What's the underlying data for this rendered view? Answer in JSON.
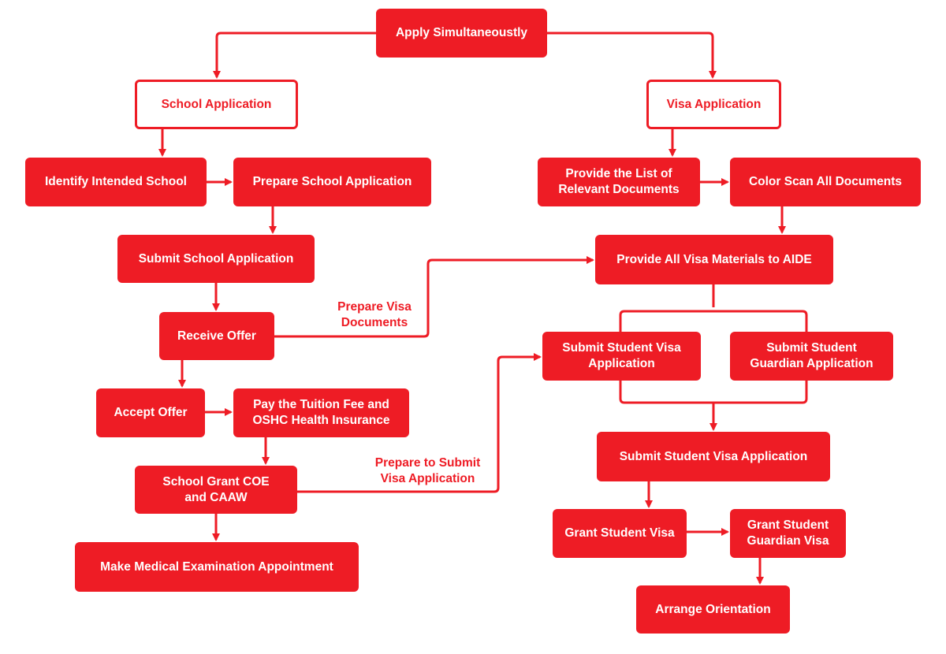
{
  "colors": {
    "accent": "#ee1c25",
    "background": "#ffffff"
  },
  "nodes": {
    "apply": "Apply Simultaneoustly",
    "school_app": "School Application",
    "visa_app": "Visa Application",
    "identify_school": "Identify Intended School",
    "prepare_school_app": "Prepare School Application",
    "submit_school_app": "Submit School Application",
    "receive_offer": "Receive Offer",
    "accept_offer": "Accept Offer",
    "pay_tuition": "Pay the Tuition Fee and\nOSHC Health Insurance",
    "grant_coe": "School Grant COE\nand CAAW",
    "medical_exam": "Make Medical Examination Appointment",
    "provide_list": "Provide the List of\nRelevant Documents",
    "color_scan": "Color Scan All Documents",
    "provide_materials": "Provide All Visa Materials to AIDE",
    "submit_student_visa": "Submit Student Visa\nApplication",
    "submit_guardian": "Submit Student\nGuardian Application",
    "submit_student_visa_final": "Submit Student Visa Application",
    "grant_student_visa": "Grant Student Visa",
    "grant_guardian_visa": "Grant Student\nGuardian Visa",
    "arrange_orientation": "Arrange Orientation"
  },
  "edge_labels": {
    "prepare_visa_docs": "Prepare Visa\nDocuments",
    "prepare_submit_visa": "Prepare to Submit\nVisa Application"
  }
}
